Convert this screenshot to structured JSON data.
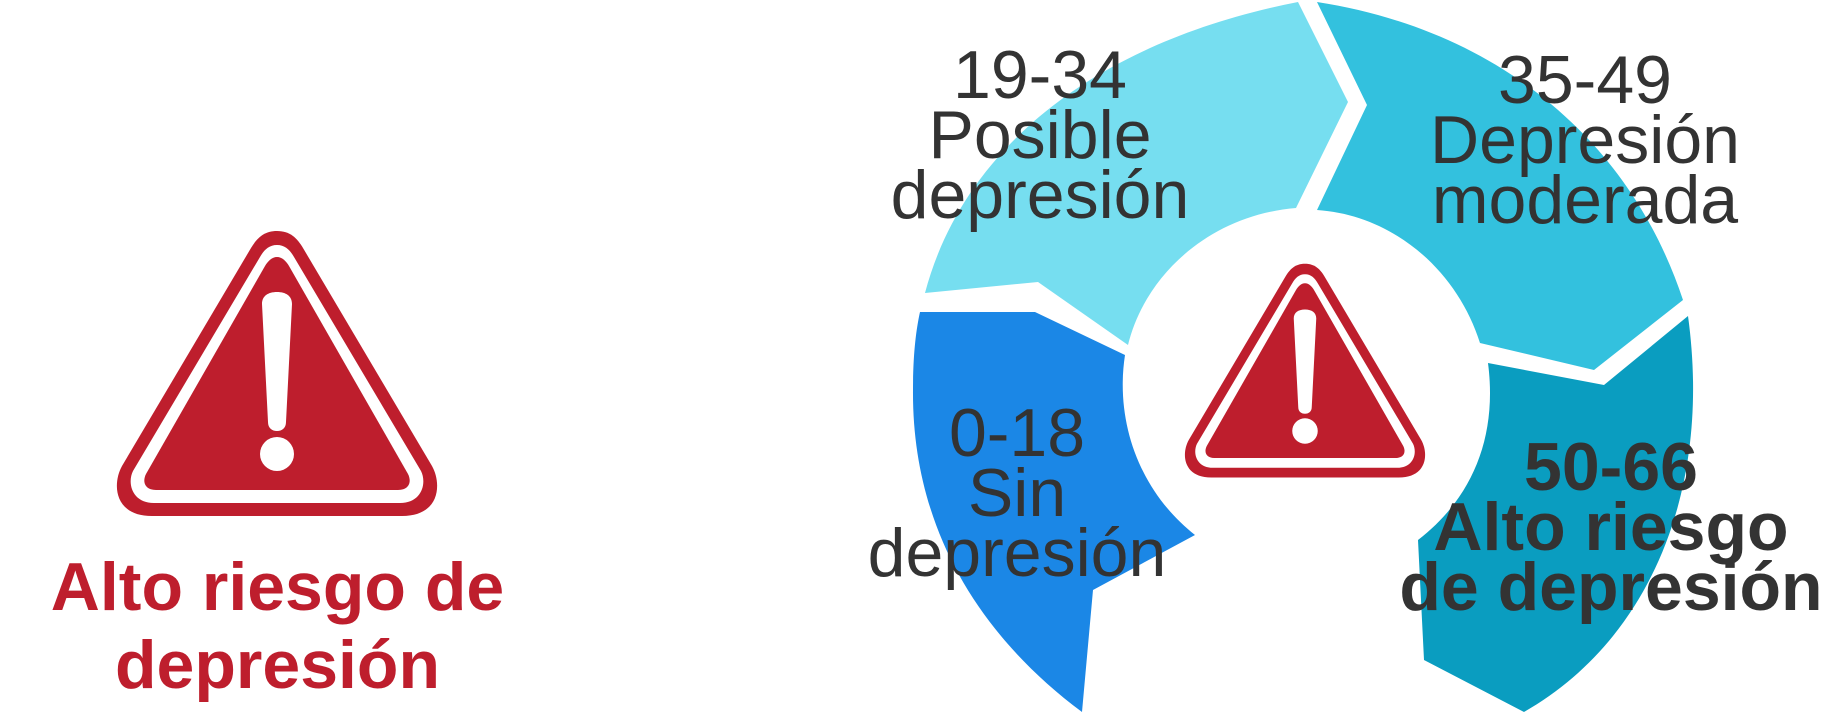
{
  "colors": {
    "alert_red": "#be1e2d",
    "label_text": "#333333",
    "segment_sin": "#1b87e6",
    "segment_posible": "#76def0",
    "segment_moderada": "#33c1de",
    "segment_alto": "#0a9dc0"
  },
  "legend": {
    "icon": "warning-triangle-icon",
    "title_line1": "Alto riesgo de",
    "title_line2": "depresión"
  },
  "cycle": {
    "center_icon": "warning-triangle-icon",
    "segments": [
      {
        "range": "0-18",
        "line1": "Sin",
        "line2": "depresión"
      },
      {
        "range": "19-34",
        "line1": "Posible",
        "line2": "depresión"
      },
      {
        "range": "35-49",
        "line1": "Depresión",
        "line2": "moderada"
      },
      {
        "range": "50-66",
        "line1": "Alto riesgo",
        "line2": "de depresión"
      }
    ]
  }
}
